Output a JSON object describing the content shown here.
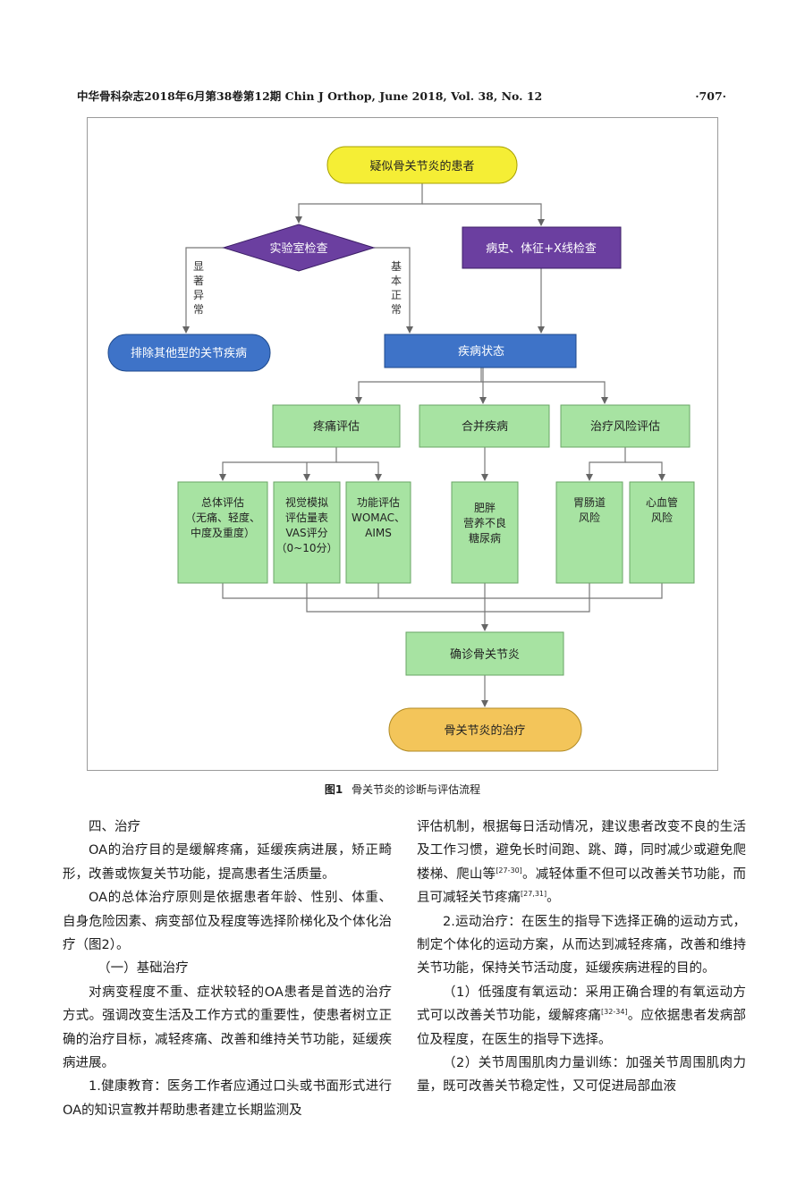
{
  "header": {
    "journal": "中华骨科杂志2018年6月第38卷第12期 Chin J Orthop, June 2018, Vol. 38, No. 12",
    "page": "·707·"
  },
  "flowchart": {
    "start": "疑似骨关节炎的患者",
    "lab_check": "实验室检查",
    "history_check": "病史、体征+X线检查",
    "abnormal_label": [
      "显",
      "著",
      "异",
      "常"
    ],
    "normal_label": [
      "基",
      "本",
      "正",
      "常"
    ],
    "exclude": "排除其他型的关节疾病",
    "disease_state": "疾病状态",
    "pain_eval": "疼痛评估",
    "comorbidity": "合并疾病",
    "risk_eval": "治疗风险评估",
    "overall_eval": [
      "总体评估",
      "（无痛、轻度、",
      "中度及重度）"
    ],
    "vas_eval": [
      "视觉模拟",
      "评估量表",
      "VAS评分",
      "（0~10分）"
    ],
    "function_eval": [
      "功能评估",
      "WOMAC、",
      "AIMS"
    ],
    "comorbid_list": [
      "肥胖",
      "营养不良",
      "糖尿病"
    ],
    "gi_risk": [
      "胃肠道",
      "风险"
    ],
    "cv_risk": [
      "心血管",
      "风险"
    ],
    "diagnosis": "确诊骨关节炎",
    "treatment": "骨关节炎的治疗",
    "colors": {
      "yellow": "#f5ee35",
      "purple": "#6b3fa0",
      "blue": "#3e73c8",
      "green": "#a7e3a2",
      "orange": "#f3c55a"
    }
  },
  "caption": {
    "number": "图1",
    "text": "骨关节炎的诊断与评估流程"
  },
  "left_column": {
    "section": "四、治疗",
    "p1": "OA的治疗目的是缓解疼痛，延缓疾病进展，矫正畸形，改善或恢复关节功能，提高患者生活质量。",
    "p2": "OA的总体治疗原则是依据患者年龄、性别、体重、自身危险因素、病变部位及程度等选择阶梯化及个体化治疗（图2）。",
    "subsection": "（一）基础治疗",
    "p3": "对病变程度不重、症状较轻的OA患者是首选的治疗方式。强调改变生活及工作方式的重要性，使患者树立正确的治疗目标，减轻疼痛、改善和维持关节功能，延缓疾病进展。",
    "p4": "1.健康教育：医务工作者应通过口头或书面形式进行OA的知识宣教并帮助患者建立长期监测及"
  },
  "right_column": {
    "p1_a": "评估机制，根据每日活动情况，建议患者改变不良的生活及工作习惯，避免长时间跑、跳、蹲，同时减少或避免爬楼梯、爬山等",
    "p1_ref1": "[27-30]",
    "p1_b": "。减轻体重不但可以改善关节功能，而且可减轻关节疼痛",
    "p1_ref2": "[27,31]",
    "p1_c": "。",
    "p2": "2.运动治疗：在医生的指导下选择正确的运动方式，制定个体化的运动方案，从而达到减轻疼痛，改善和维持关节功能，保持关节活动度，延缓疾病进程的目的。",
    "p3_a": "（1）低强度有氧运动：采用正确合理的有氧运动方式可以改善关节功能，缓解疼痛",
    "p3_ref": "[32-34]",
    "p3_b": "。应依据患者发病部位及程度，在医生的指导下选择。",
    "p4": "（2）关节周围肌肉力量训练：加强关节周围肌肉力量，既可改善关节稳定性，又可促进局部血液"
  }
}
